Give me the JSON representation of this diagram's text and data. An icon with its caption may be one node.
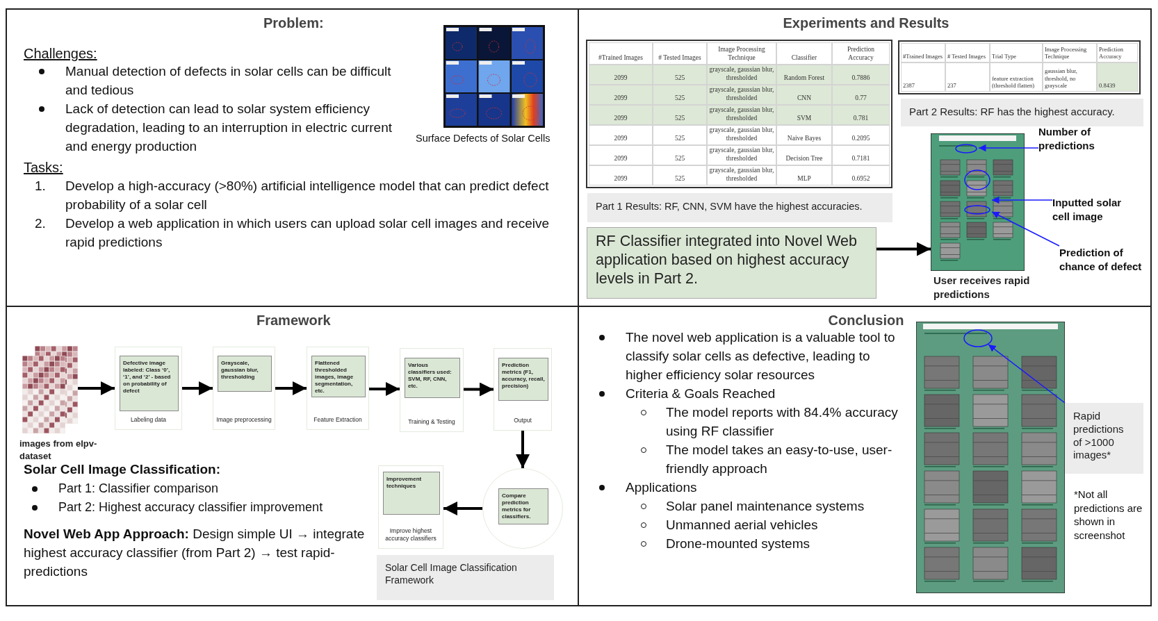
{
  "diagram": {
    "nodes": [
      {
        "text": [
          "Problem:"
        ]
      },
      {
        "text": [
          "Experiments and Results"
        ]
      },
      {
        "text": [
          "Part 1 Results: RF, CNN, SVM have the highest accuracies."
        ],
        "in": 1
      },
      {
        "text": [
          "Part 2 Results: RF has the highest accuracy."
        ],
        "in": 1
      },
      {
        "text": [
          "RF Classifier integrated into Novel Web application based on highest accuracy levels in Part 2."
        ],
        "in": 1
      },
      {
        "text": [],
        "shape": "picture",
        "in": 1,
        "beside": [
          "User receives rapid predictions"
        ]
      },
      {
        "text": [
          "Number of predictions"
        ],
        "in": 1
      },
      {
        "text": [
          "Inputted solar cell image"
        ],
        "in": 1
      },
      {
        "text": [
          "Prediction of chance of defect"
        ],
        "in": 1
      },
      {
        "text": [
          "Framework"
        ]
      },
      {
        "text": [],
        "shape": "picture",
        "in": 9,
        "beside": [
          "images from elpv-dataset"
        ]
      },
      {
        "text": [
          "Labeling data"
        ],
        "in": 9
      },
      {
        "text": [
          "Defective image labeled: Class ‘0’, ‘1’, and ‘2’ - based on probability of defect"
        ],
        "in": 11
      },
      {
        "text": [
          "Image preprocessing"
        ],
        "in": 9
      },
      {
        "text": [
          "Grayscale, gaussian blur, thresholding"
        ],
        "in": 13
      },
      {
        "text": [
          "Feature Extraction"
        ],
        "in": 9
      },
      {
        "text": [
          "Flattened thresholded images, image segmentation, etc."
        ],
        "in": 15
      },
      {
        "text": [
          "Training & Testing"
        ],
        "in": 9
      },
      {
        "text": [
          "Various classifiers used: SVM, RF, CNN, etc."
        ],
        "in": 17
      },
      {
        "text": [
          "Output"
        ],
        "in": 9
      },
      {
        "text": [
          "Prediction metrics (F1, accuracy, recall, precision)"
        ],
        "in": 19
      },
      {
        "text": [],
        "shape": "circle",
        "in": 9
      },
      {
        "text": [
          "Compare prediction metrics for classifiers."
        ],
        "in": 21
      },
      {
        "text": [
          "Improve highest accuracy classifiers"
        ],
        "in": 9
      },
      {
        "text": [
          "Improvement techniques"
        ],
        "in": 23
      },
      {
        "text": [
          "Solar Cell Image Classification Framework"
        ],
        "in": 9
      },
      {
        "text": [
          "Conclusion"
        ]
      },
      {
        "text": [],
        "shape": "picture",
        "in": 26
      },
      {
        "text": [
          "Rapid predictions of >1000 images*"
        ],
        "in": 26
      }
    ],
    "edges": [
      {
        "from": 4,
        "to": 5,
        "arrow": "to"
      },
      {
        "from": 6,
        "to": 5,
        "arrow": "to",
        "color": "#1a1aff"
      },
      {
        "from": 7,
        "to": 5,
        "arrow": "to",
        "color": "#1a1aff"
      },
      {
        "from": 8,
        "to": 5,
        "arrow": "to",
        "color": "#1a1aff"
      },
      {
        "from": 10,
        "to": 11,
        "arrow": "to"
      },
      {
        "from": 11,
        "to": 13,
        "arrow": "to"
      },
      {
        "from": 13,
        "to": 15,
        "arrow": "to"
      },
      {
        "from": 15,
        "to": 17,
        "arrow": "to"
      },
      {
        "from": 17,
        "to": 19,
        "arrow": "to"
      },
      {
        "from": 19,
        "to": 21,
        "arrow": "to"
      },
      {
        "from": 21,
        "to": 23,
        "arrow": "to"
      },
      {
        "from": 28,
        "to": 27,
        "arrow": "to",
        "color": "#1a1aff"
      }
    ],
    "labels": [
      "Challenges:",
      "Manual detection of defects in solar cells can be difficult and tedious",
      "Lack of detection can lead to solar system efficiency degradation, leading to an interruption in electric current and energy production",
      "Surface Defects of Solar Cells",
      "Tasks:",
      "1.",
      "Develop a high-accuracy (>80%) artificial intelligence model that can predict defect probability of a solar cell",
      "2.",
      "Develop a web application in which users can upload solar cell images and receive rapid predictions",
      "#Trained Images",
      "# Tested Images",
      "Image Processing Technique",
      "Classifier",
      "Prediction Accuracy",
      "2099",
      "525",
      "grayscale, gaussian blur, thresholded",
      "Random Forest",
      "0.7886",
      "2099",
      "525",
      "grayscale, gaussian blur, thresholded",
      "CNN",
      "0.77",
      "2099",
      "525",
      "grayscale, gaussian blur, thresholded",
      "SVM",
      "0.781",
      "2099",
      "525",
      "grayscale, gaussian blur, thresholded",
      "Naive Bayes",
      "0.2095",
      "2099",
      "525",
      "grayscale, gaussian blur, thresholded",
      "Decision Tree",
      "0.7181",
      "2099",
      "525",
      "grayscale, gaussian blur, thresholded",
      "MLP",
      "0.6952",
      "#Trained Images",
      "# Tested Images",
      "Trial Type",
      "Image Processing Technique",
      "Prediction Accuracy",
      "2387",
      "237",
      "feature extraction (threshold flatten)",
      "gaussian blur, threshold, no grayscale",
      "0.8439",
      "Solar Cell Image Classification:",
      "Part 1: Classifier comparison",
      "Part 2: Highest accuracy classifier improvement",
      "**Novel Web App Approach:** Design simple UI → integrate highest accuracy classifier (from Part 2) → test rapid-predictions",
      "The novel web application is a valuable tool to classify solar cells as defective, leading to higher efficiency solar resources",
      "Criteria & Goals Reached",
      "The model reports with 84.4% accuracy using RF classifier",
      "The model takes an easy-to-use, user-friendly approach",
      "Applications",
      "Solar panel maintenance systems",
      "Unmanned aerial vehicles",
      "Drone-mounted systems",
      "*Not all predictions are shown in screenshot"
    ]
  }
}
